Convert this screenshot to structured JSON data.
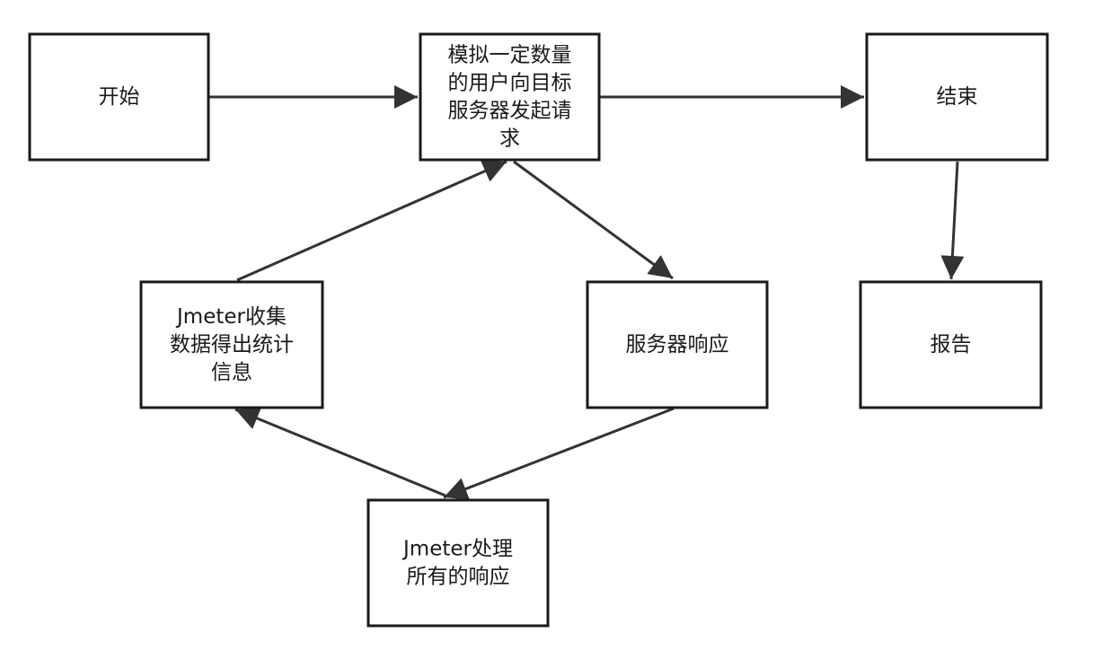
{
  "colors": {
    "box_stroke": "#1a1a1a",
    "arrow": "#333333",
    "text": "#1a1a1a",
    "background": "#ffffff"
  },
  "nodes": [
    {
      "id": "start",
      "lines": [
        "开始"
      ]
    },
    {
      "id": "simulate",
      "lines": [
        "模拟一定数量",
        "的用户向目标",
        "服务器发起请",
        "求"
      ]
    },
    {
      "id": "end",
      "lines": [
        "结束"
      ]
    },
    {
      "id": "collect",
      "lines": [
        "Jmeter收集",
        "数据得出统计",
        "信息"
      ]
    },
    {
      "id": "response",
      "lines": [
        "服务器响应"
      ]
    },
    {
      "id": "report",
      "lines": [
        "报告"
      ]
    },
    {
      "id": "process",
      "lines": [
        "Jmeter处理",
        "所有的响应"
      ]
    }
  ],
  "edges": [
    {
      "from": "start",
      "to": "simulate"
    },
    {
      "from": "simulate",
      "to": "end"
    },
    {
      "from": "simulate",
      "to": "response"
    },
    {
      "from": "response",
      "to": "process"
    },
    {
      "from": "process",
      "to": "collect"
    },
    {
      "from": "collect",
      "to": "simulate"
    },
    {
      "from": "end",
      "to": "report"
    }
  ]
}
